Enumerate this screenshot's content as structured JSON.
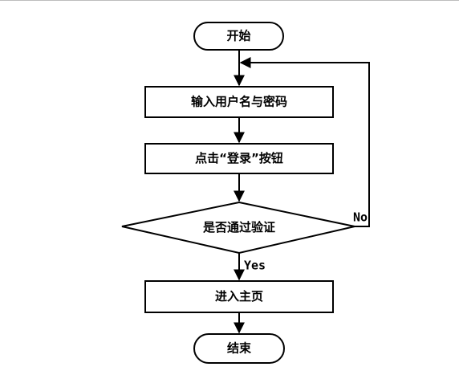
{
  "flowchart": {
    "start": "开始",
    "input_credentials": "输入用户名与密码",
    "click_login": "点击“登录”按钮",
    "decision": "是否通过验证",
    "enter_home": "进入主页",
    "end": "结束",
    "yes_label": "Yes",
    "no_label": "No"
  }
}
